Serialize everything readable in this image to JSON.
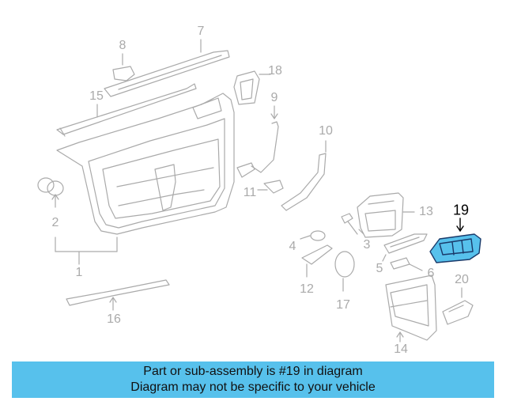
{
  "diagram": {
    "highlight_part": "19",
    "highlight_color": "#57c1ec",
    "line_color": "#aaaaaa",
    "callouts": [
      "1",
      "2",
      "3",
      "4",
      "5",
      "6",
      "7",
      "8",
      "9",
      "10",
      "11",
      "12",
      "13",
      "14",
      "15",
      "16",
      "17",
      "18",
      "19",
      "20"
    ]
  },
  "banner": {
    "line1": "Part or sub-assembly is #19 in diagram",
    "line2": "Diagram may not be specific to your vehicle",
    "background": "#57c1ec"
  }
}
